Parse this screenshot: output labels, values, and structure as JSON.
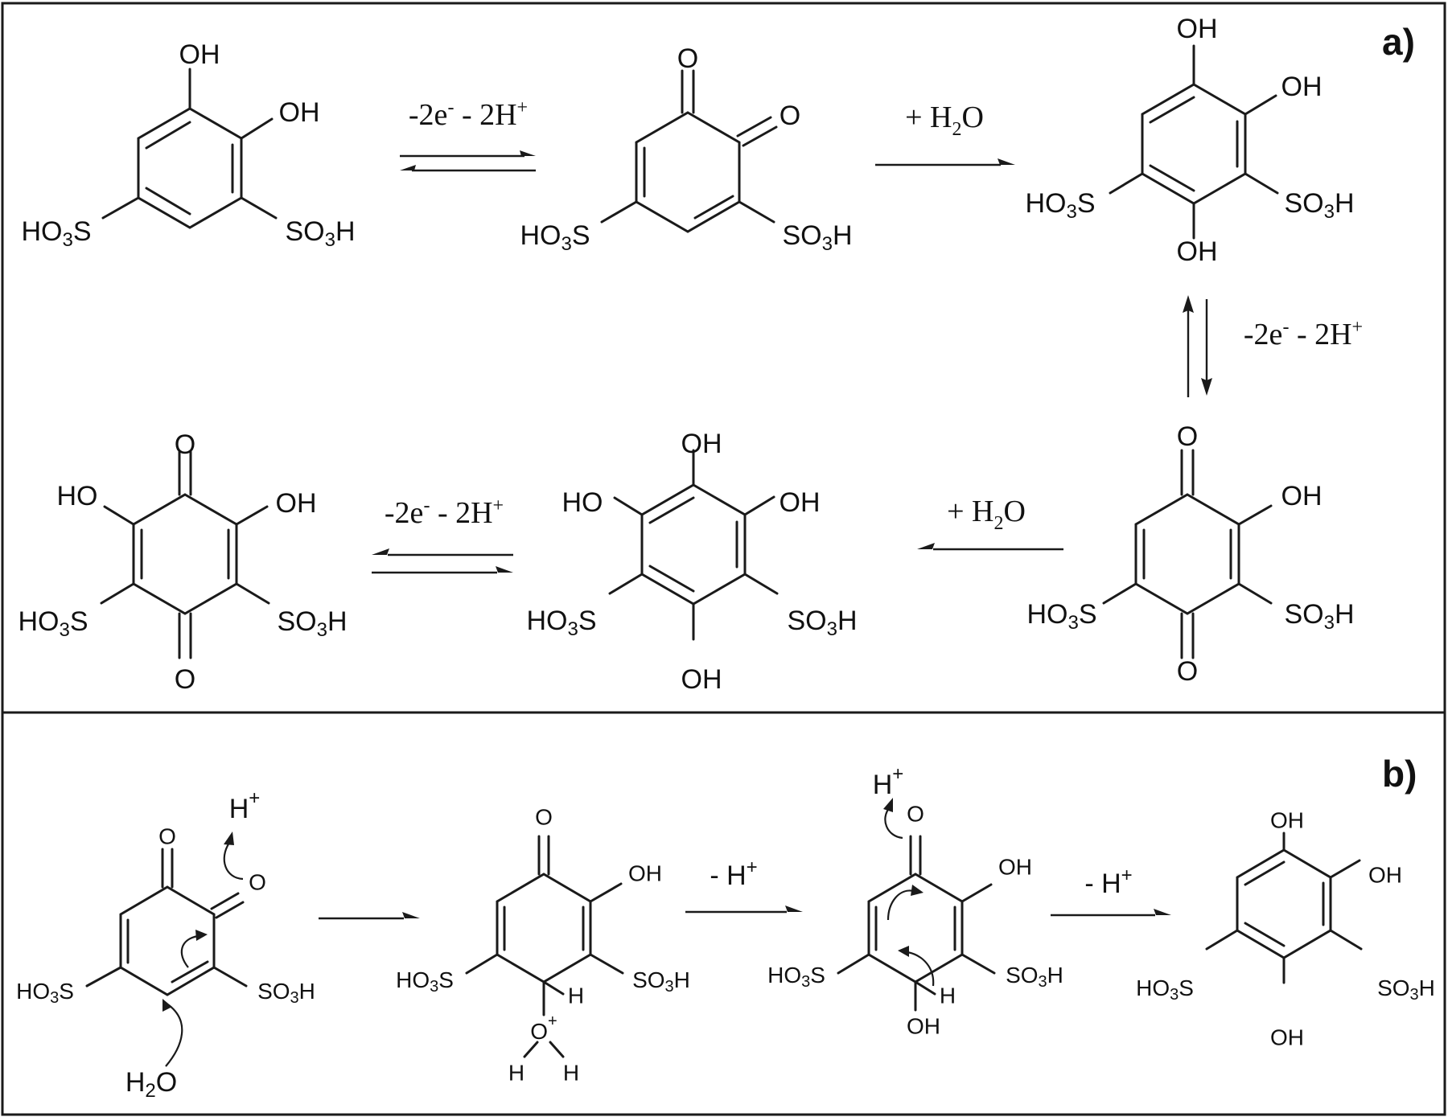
{
  "panels": {
    "a": {
      "label": "a)",
      "conditions": {
        "redox": [
          "-2e",
          "-",
          " - 2H",
          "+"
        ],
        "hydration": [
          "+ H",
          "2",
          "O"
        ]
      }
    },
    "b": {
      "label": "b)",
      "conditions": {
        "deprotonation": [
          "- H",
          "+"
        ]
      },
      "species": {
        "proton": [
          "H",
          "+"
        ],
        "water": [
          "H",
          "2",
          "O"
        ],
        "oxonium": [
          "O",
          "+"
        ],
        "H": "H"
      }
    }
  },
  "groups": {
    "OH": "OH",
    "HO": "HO",
    "O": "O",
    "HO3S": [
      "HO",
      "3",
      "S"
    ],
    "SO3H": [
      "SO",
      "3",
      "H"
    ]
  }
}
